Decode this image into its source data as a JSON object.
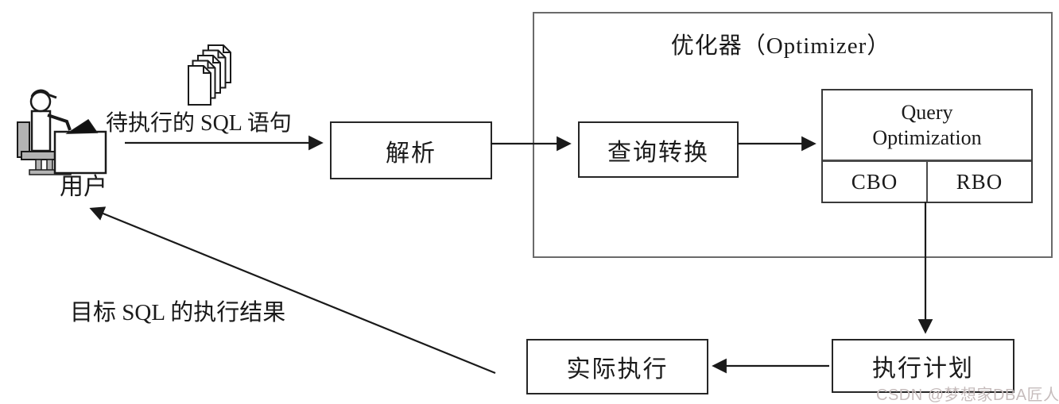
{
  "nodes": {
    "user": "用户",
    "pending_sql": "待执行的 SQL 语句",
    "parse": "解析",
    "optimizer_title": "优化器（Optimizer）",
    "query_transform": "查询转换",
    "query_optimization": "Query Optimization",
    "cbo": "CBO",
    "rbo": "RBO",
    "execution_plan": "执行计划",
    "actual_execution": "实际执行",
    "result": "目标 SQL 的执行结果"
  },
  "icons": {
    "user": "person-at-computer-icon",
    "documents": "sql-documents-stack-icon"
  },
  "watermark": "CSDN @梦想家DBA匠人",
  "colors": {
    "line": "#1a1a1a",
    "box_border": "#262626",
    "container_border": "#6a6a6a",
    "watermark": "#c6bcbc",
    "chair_fill": "#b3b3b3",
    "laptop_fill": "#111111"
  }
}
